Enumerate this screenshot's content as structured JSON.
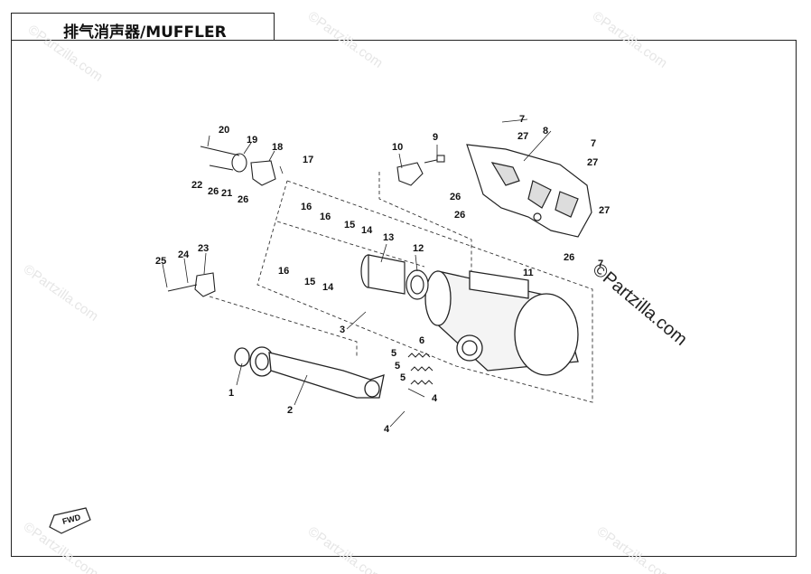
{
  "title": "排气消声器/MUFFLER",
  "watermark": "©Partzilla.com",
  "fwd_label": "FWD",
  "callouts": [
    "1",
    "2",
    "3",
    "4",
    "4",
    "5",
    "5",
    "5",
    "6",
    "7",
    "7",
    "7",
    "8",
    "9",
    "10",
    "11",
    "12",
    "13",
    "14",
    "14",
    "15",
    "15",
    "16",
    "16",
    "16",
    "17",
    "18",
    "19",
    "20",
    "21",
    "22",
    "23",
    "24",
    "25",
    "26",
    "26",
    "26",
    "26",
    "26",
    "27",
    "27",
    "27"
  ]
}
